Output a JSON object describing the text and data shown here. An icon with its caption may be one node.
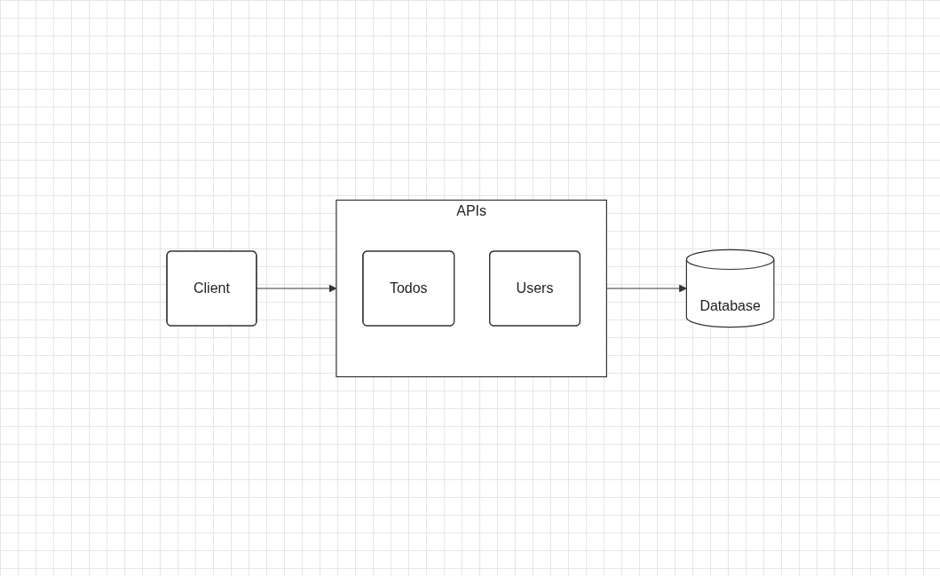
{
  "diagram": {
    "nodes": [
      {
        "text": [
          "Client"
        ]
      },
      {
        "text": [
          "APIs"
        ]
      },
      {
        "text": [
          "Todos"
        ],
        "in": 1
      },
      {
        "text": [
          "Users"
        ],
        "in": 1
      },
      {
        "text": [
          "Database"
        ]
      }
    ],
    "edges": [
      {
        "from": 0,
        "to": 1,
        "arrow": "to"
      },
      {
        "from": 1,
        "to": 4,
        "arrow": "to"
      }
    ]
  }
}
